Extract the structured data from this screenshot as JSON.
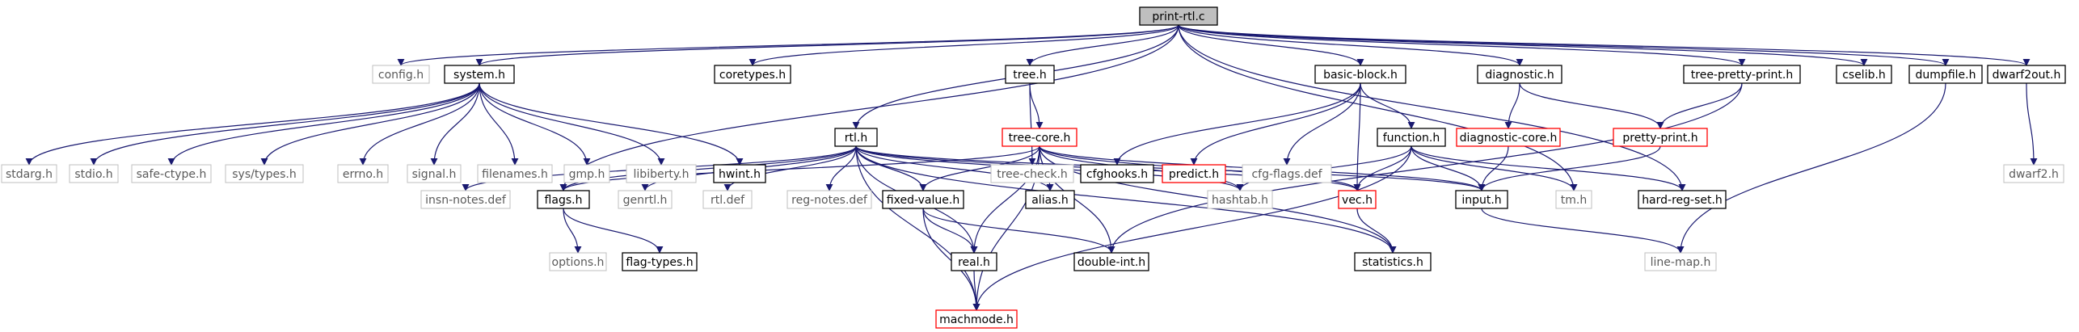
{
  "graph": {
    "root": "print-rtl.c",
    "nodes": [
      {
        "id": "print-rtl.c",
        "style": "root"
      },
      {
        "id": "config.h",
        "style": "gray"
      },
      {
        "id": "system.h",
        "style": "black"
      },
      {
        "id": "coretypes.h",
        "style": "black"
      },
      {
        "id": "tree.h",
        "style": "black"
      },
      {
        "id": "basic-block.h",
        "style": "black"
      },
      {
        "id": "diagnostic.h",
        "style": "black"
      },
      {
        "id": "tree-pretty-print.h",
        "style": "black"
      },
      {
        "id": "cselib.h",
        "style": "black"
      },
      {
        "id": "dumpfile.h",
        "style": "black"
      },
      {
        "id": "dwarf2out.h",
        "style": "black"
      },
      {
        "id": "stdarg.h",
        "style": "gray"
      },
      {
        "id": "stdio.h",
        "style": "gray"
      },
      {
        "id": "safe-ctype.h",
        "style": "gray"
      },
      {
        "id": "sys/types.h",
        "style": "gray"
      },
      {
        "id": "errno.h",
        "style": "gray"
      },
      {
        "id": "signal.h",
        "style": "gray"
      },
      {
        "id": "filenames.h",
        "style": "gray"
      },
      {
        "id": "gmp.h",
        "style": "gray"
      },
      {
        "id": "libiberty.h",
        "style": "gray"
      },
      {
        "id": "hwint.h",
        "style": "black"
      },
      {
        "id": "rtl.h",
        "style": "black"
      },
      {
        "id": "tree-check.h",
        "style": "gray"
      },
      {
        "id": "tree-core.h",
        "style": "red"
      },
      {
        "id": "cfghooks.h",
        "style": "black"
      },
      {
        "id": "predict.h",
        "style": "red"
      },
      {
        "id": "cfg-flags.def",
        "style": "gray"
      },
      {
        "id": "function.h",
        "style": "black"
      },
      {
        "id": "diagnostic-core.h",
        "style": "red"
      },
      {
        "id": "pretty-print.h",
        "style": "red"
      },
      {
        "id": "dwarf2.h",
        "style": "gray"
      },
      {
        "id": "insn-notes.def",
        "style": "gray"
      },
      {
        "id": "flags.h",
        "style": "black"
      },
      {
        "id": "genrtl.h",
        "style": "gray"
      },
      {
        "id": "rtl.def",
        "style": "gray"
      },
      {
        "id": "reg-notes.def",
        "style": "gray"
      },
      {
        "id": "fixed-value.h",
        "style": "black"
      },
      {
        "id": "alias.h",
        "style": "black"
      },
      {
        "id": "hashtab.h",
        "style": "gray"
      },
      {
        "id": "vec.h",
        "style": "red"
      },
      {
        "id": "input.h",
        "style": "black"
      },
      {
        "id": "tm.h",
        "style": "gray"
      },
      {
        "id": "hard-reg-set.h",
        "style": "black"
      },
      {
        "id": "options.h",
        "style": "gray"
      },
      {
        "id": "flag-types.h",
        "style": "black"
      },
      {
        "id": "real.h",
        "style": "black"
      },
      {
        "id": "double-int.h",
        "style": "black"
      },
      {
        "id": "statistics.h",
        "style": "black"
      },
      {
        "id": "line-map.h",
        "style": "gray"
      },
      {
        "id": "machmode.h",
        "style": "red"
      }
    ],
    "edges": [
      [
        "print-rtl.c",
        "config.h"
      ],
      [
        "print-rtl.c",
        "system.h"
      ],
      [
        "print-rtl.c",
        "coretypes.h"
      ],
      [
        "print-rtl.c",
        "tree.h"
      ],
      [
        "print-rtl.c",
        "basic-block.h"
      ],
      [
        "print-rtl.c",
        "diagnostic.h"
      ],
      [
        "print-rtl.c",
        "tree-pretty-print.h"
      ],
      [
        "print-rtl.c",
        "cselib.h"
      ],
      [
        "print-rtl.c",
        "dumpfile.h"
      ],
      [
        "print-rtl.c",
        "dwarf2out.h"
      ],
      [
        "print-rtl.c",
        "rtl.h"
      ],
      [
        "print-rtl.c",
        "flags.h"
      ],
      [
        "print-rtl.c",
        "hard-reg-set.h"
      ],
      [
        "print-rtl.c",
        "tm.h"
      ],
      [
        "system.h",
        "stdarg.h"
      ],
      [
        "system.h",
        "stdio.h"
      ],
      [
        "system.h",
        "safe-ctype.h"
      ],
      [
        "system.h",
        "sys/types.h"
      ],
      [
        "system.h",
        "errno.h"
      ],
      [
        "system.h",
        "signal.h"
      ],
      [
        "system.h",
        "filenames.h"
      ],
      [
        "system.h",
        "gmp.h"
      ],
      [
        "system.h",
        "libiberty.h"
      ],
      [
        "system.h",
        "hwint.h"
      ],
      [
        "tree.h",
        "tree-check.h"
      ],
      [
        "tree.h",
        "tree-core.h"
      ],
      [
        "basic-block.h",
        "cfghooks.h"
      ],
      [
        "basic-block.h",
        "predict.h"
      ],
      [
        "basic-block.h",
        "cfg-flags.def"
      ],
      [
        "basic-block.h",
        "function.h"
      ],
      [
        "basic-block.h",
        "vec.h"
      ],
      [
        "diagnostic.h",
        "diagnostic-core.h"
      ],
      [
        "diagnostic.h",
        "pretty-print.h"
      ],
      [
        "tree-pretty-print.h",
        "pretty-print.h"
      ],
      [
        "tree-pretty-print.h",
        "double-int.h"
      ],
      [
        "dumpfile.h",
        "line-map.h"
      ],
      [
        "dwarf2out.h",
        "dwarf2.h"
      ],
      [
        "rtl.h",
        "insn-notes.def"
      ],
      [
        "rtl.h",
        "flags.h"
      ],
      [
        "rtl.h",
        "genrtl.h"
      ],
      [
        "rtl.h",
        "rtl.def"
      ],
      [
        "rtl.h",
        "reg-notes.def"
      ],
      [
        "rtl.h",
        "fixed-value.h"
      ],
      [
        "rtl.h",
        "alias.h"
      ],
      [
        "rtl.h",
        "hashtab.h"
      ],
      [
        "rtl.h",
        "vec.h"
      ],
      [
        "rtl.h",
        "input.h"
      ],
      [
        "rtl.h",
        "real.h"
      ],
      [
        "rtl.h",
        "statistics.h"
      ],
      [
        "rtl.h",
        "machmode.h"
      ],
      [
        "tree-core.h",
        "flags.h"
      ],
      [
        "tree-core.h",
        "fixed-value.h"
      ],
      [
        "tree-core.h",
        "alias.h"
      ],
      [
        "tree-core.h",
        "hashtab.h"
      ],
      [
        "tree-core.h",
        "vec.h"
      ],
      [
        "tree-core.h",
        "input.h"
      ],
      [
        "tree-core.h",
        "real.h"
      ],
      [
        "tree-core.h",
        "double-int.h"
      ],
      [
        "tree-core.h",
        "statistics.h"
      ],
      [
        "tree-core.h",
        "machmode.h"
      ],
      [
        "function.h",
        "hashtab.h"
      ],
      [
        "function.h",
        "vec.h"
      ],
      [
        "function.h",
        "input.h"
      ],
      [
        "function.h",
        "tm.h"
      ],
      [
        "function.h",
        "hard-reg-set.h"
      ],
      [
        "function.h",
        "machmode.h"
      ],
      [
        "diagnostic-core.h",
        "input.h"
      ],
      [
        "pretty-print.h",
        "input.h"
      ],
      [
        "flags.h",
        "options.h"
      ],
      [
        "flags.h",
        "flag-types.h"
      ],
      [
        "fixed-value.h",
        "real.h"
      ],
      [
        "fixed-value.h",
        "double-int.h"
      ],
      [
        "fixed-value.h",
        "machmode.h"
      ],
      [
        "real.h",
        "machmode.h"
      ],
      [
        "vec.h",
        "statistics.h"
      ],
      [
        "input.h",
        "line-map.h"
      ]
    ],
    "colors": {
      "edge": "#191970",
      "black_border": "#000000",
      "gray_border": "#bfbfbf",
      "red_border": "#ff0000",
      "root_fill": "#bfbfbf",
      "text_dark": "#000000",
      "text_gray": "#5a5a5a"
    }
  }
}
